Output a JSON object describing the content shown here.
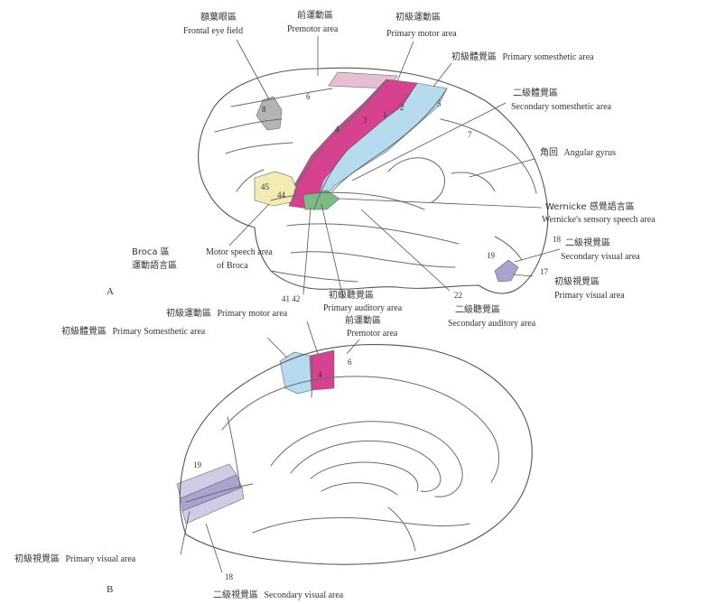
{
  "colors": {
    "primary_motor": "#d6428f",
    "premotor_upper": "#e7bfd2",
    "primary_somesthetic": "#b7dbee",
    "broca": "#f2ebb4",
    "frontal_eye_field": "#b4b4b4",
    "wernicke": "#7cbb86",
    "primary_visual": "#a8a4cf",
    "secondary_visual": "#cfcde6"
  },
  "panel_a": {
    "panel_label": "A",
    "frontal_eye_field": {
      "zh": "額葉眼區",
      "en": "Frontal eye field"
    },
    "premotor": {
      "zh": "前運動區",
      "en": "Premotor area"
    },
    "primary_motor": {
      "zh": "初級運動區",
      "en": "Primary motor area"
    },
    "primary_somesthetic": {
      "zh": "初級體覺區",
      "en": "Primary somesthetic area"
    },
    "secondary_somesthetic": {
      "zh": "二級體覺區",
      "en": "Secondary somesthetic area"
    },
    "angular_gyrus": {
      "zh": "角回",
      "en": "Angular gyrus"
    },
    "wernicke_line1": "Wernicke 感覺語言區",
    "wernicke_line2": "Wernicke's sensory speech area",
    "secondary_visual": {
      "zh": "二級視覺區",
      "en": "Secondary visual area"
    },
    "primary_visual": {
      "zh": "初級視覺區",
      "en": "Primary visual area"
    },
    "secondary_auditory": {
      "zh": "二級聽覺區",
      "en": "Secondary auditory area"
    },
    "primary_auditory": {
      "zh": "初級聽覺區",
      "en": "Primary auditory area"
    },
    "broca_left_line1": "Broca 區",
    "broca_left_line2": "運動語言區",
    "motor_speech_line1": "Motor speech area",
    "motor_speech_line2": "of Broca",
    "area_numbers": {
      "n6": "6",
      "n4": "4",
      "n3": "3",
      "n1": "1",
      "n2": "2",
      "n5": "5",
      "n7": "7",
      "n8": "8",
      "n44": "44",
      "n45": "45",
      "n18": "18",
      "n17": "17",
      "n19": "19",
      "n22": "22",
      "n4142": "41 42"
    }
  },
  "panel_b": {
    "panel_label": "B",
    "primary_motor": {
      "zh": "初級運動區",
      "en": "Primary motor area"
    },
    "primary_somesthetic": {
      "zh": "初級體覺區",
      "en": "Primary Somesthetic area"
    },
    "premotor": {
      "zh": "前運動區",
      "en": "Premotor area"
    },
    "primary_visual": {
      "zh": "初級視覺區",
      "en": "Primary visual area"
    },
    "secondary_visual": {
      "zh": "二級視覺區",
      "en": "Secondary visual area"
    },
    "area_numbers": {
      "n4": "4",
      "n6": "6",
      "n19": "19",
      "n18": "18"
    }
  }
}
